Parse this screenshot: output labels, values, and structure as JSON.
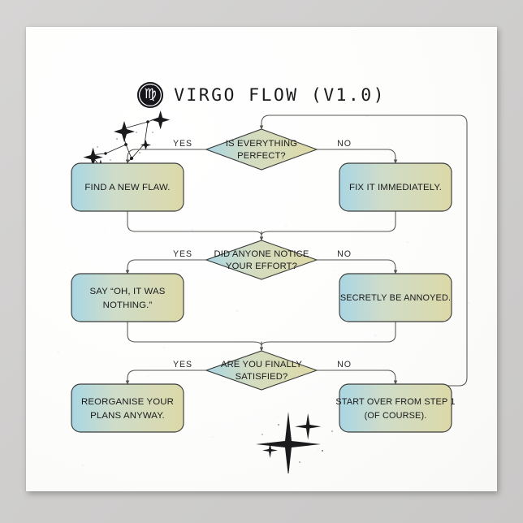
{
  "poster": {
    "title": "VIRGO FLOW (V1.0)",
    "zodiac_glyph": "♍",
    "zodiac_sign_name": "virgo",
    "background_color": "#fdfdfc",
    "frame_background_color": "#d0cfcf"
  },
  "decorations": {
    "constellation_name": "virgo-constellation",
    "sparkle_cluster_name": "sparkle-cluster"
  },
  "flow": {
    "node_gradient_from": "#a9d6e3",
    "node_gradient_to": "#dcd9a8",
    "connector_color": "#55554f",
    "decisions": [
      {
        "id": "d1",
        "text_line1": "IS EVERYTHING",
        "text_line2": "PERFECT?"
      },
      {
        "id": "d2",
        "text_line1": "DID ANYONE NOTICE",
        "text_line2": "YOUR EFFORT?"
      },
      {
        "id": "d3",
        "text_line1": "ARE YOU FINALLY",
        "text_line2": "SATISFIED?"
      }
    ],
    "edge_labels": {
      "yes": "YES",
      "no": "NO"
    },
    "actions": [
      {
        "id": "a1-yes",
        "branch": "YES",
        "text_line1": "FIND A NEW FLAW.",
        "text_line2": ""
      },
      {
        "id": "a1-no",
        "branch": "NO",
        "text_line1": "FIX IT IMMEDIATELY.",
        "text_line2": ""
      },
      {
        "id": "a2-yes",
        "branch": "YES",
        "text_line1": "SAY “OH, IT WAS",
        "text_line2": "NOTHING.”"
      },
      {
        "id": "a2-no",
        "branch": "NO",
        "text_line1": "SECRETLY BE ANNOYED.",
        "text_line2": ""
      },
      {
        "id": "a3-yes",
        "branch": "YES",
        "text_line1": "REORGANISE YOUR",
        "text_line2": "PLANS ANYWAY."
      },
      {
        "id": "a3-no",
        "branch": "NO",
        "text_line1": "START OVER FROM STEP 1",
        "text_line2": "(OF COURSE)."
      }
    ]
  }
}
